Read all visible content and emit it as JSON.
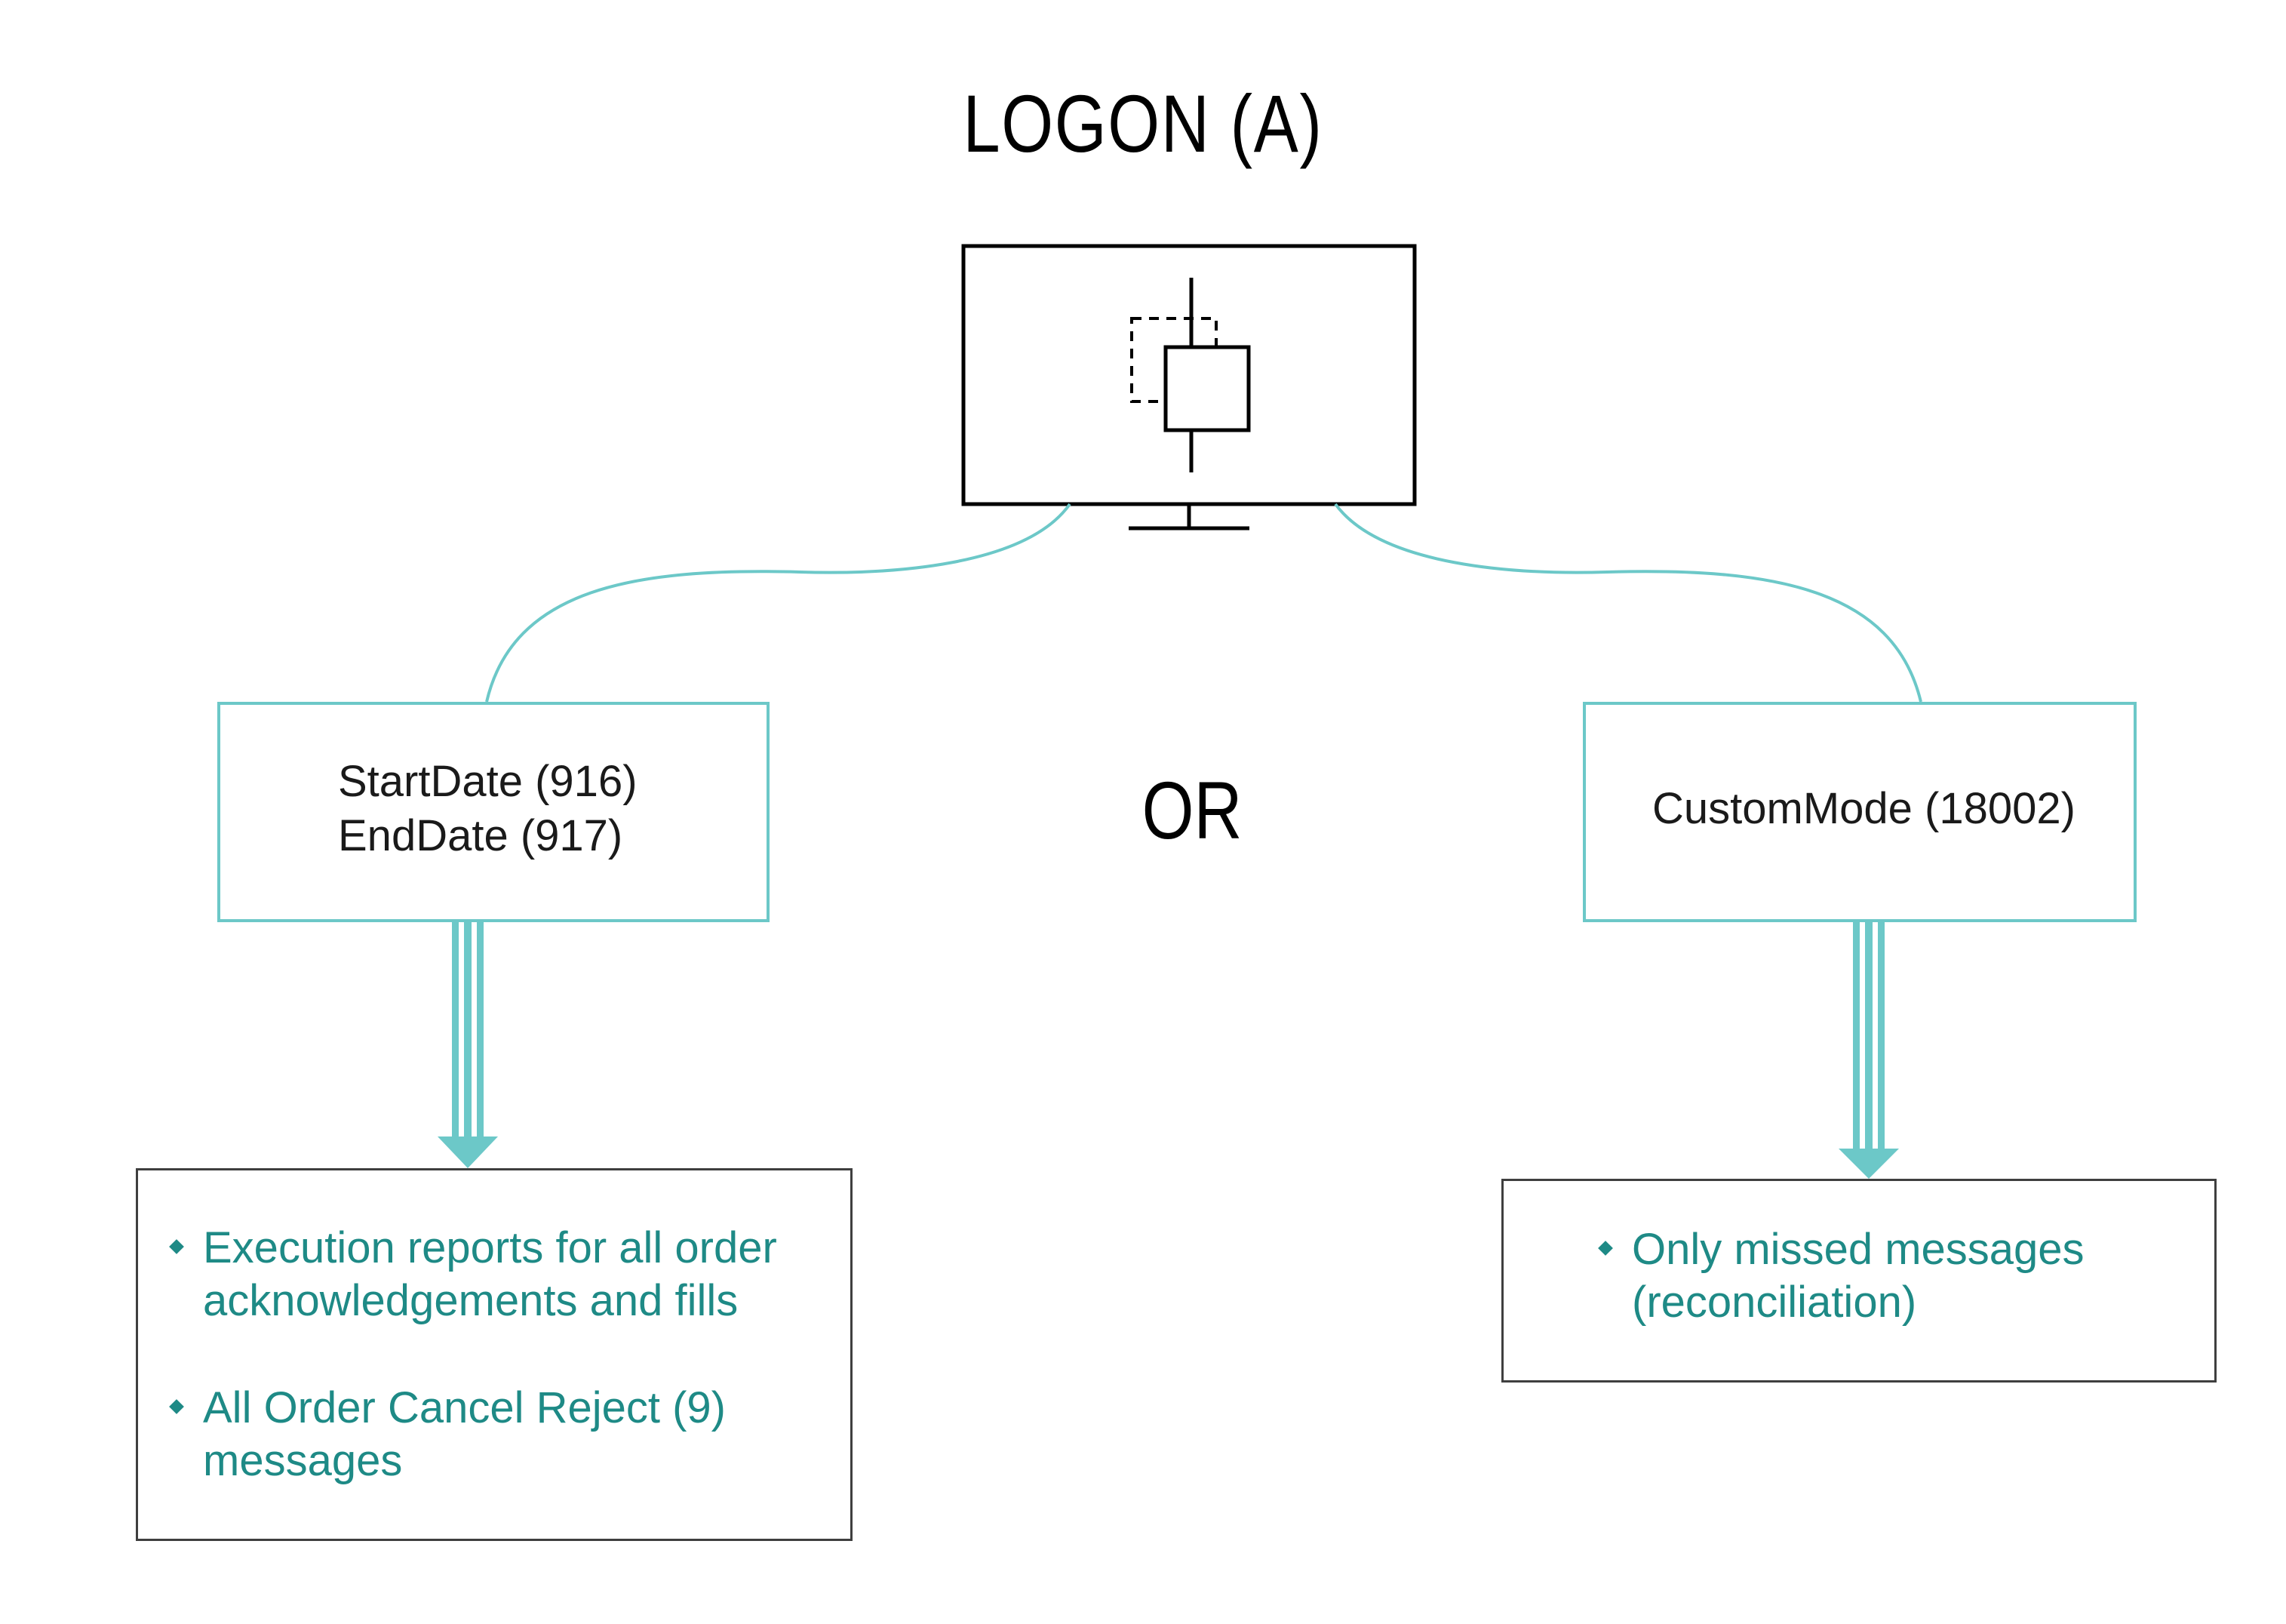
{
  "title": "LOGON (A)",
  "or_label": "OR",
  "monitor": {
    "icon": "candlestick-chart-monitor-icon"
  },
  "left_branch": {
    "params": [
      "StartDate (916)",
      "EndDate (917)"
    ],
    "results": [
      "Execution reports for all order acknowledgements and fills",
      "All Order Cancel Reject (9) messages"
    ]
  },
  "right_branch": {
    "params": [
      "CustomMode (18002)"
    ],
    "results": [
      "Only missed messages (reconciliation)"
    ]
  },
  "colors": {
    "accent": "#6cc8c8",
    "result_text": "#1e8a86",
    "border_dark": "#3f3f3f",
    "text": "#1a1a1a"
  }
}
